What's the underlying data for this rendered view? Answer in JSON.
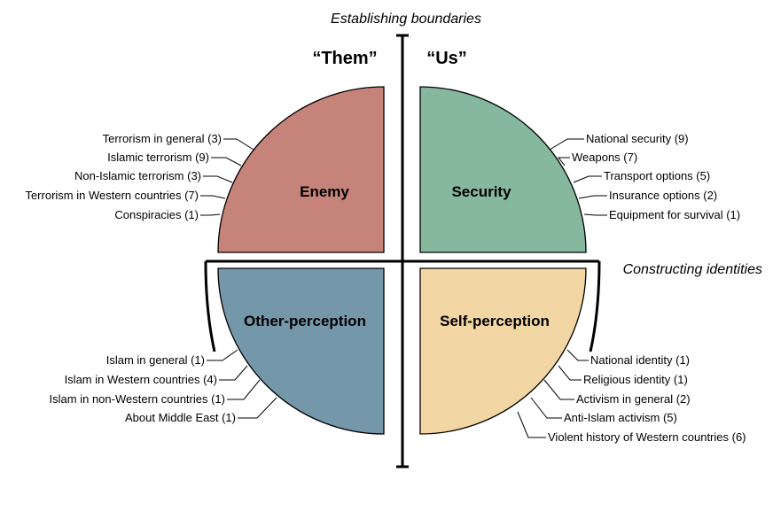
{
  "axes": {
    "vertical_title": "Establishing boundaries",
    "horizontal_title": "Constructing identities"
  },
  "sides": {
    "left": "“Them”",
    "right": "“Us”"
  },
  "quadrants": {
    "enemy": {
      "title": "Enemy",
      "color": "#c6837a",
      "items": [
        "Terrorism in general (3)",
        "Islamic terrorism (9)",
        "Non-Islamic terrorism (3)",
        "Terrorism in Western countries (7)",
        "Conspiracies (1)"
      ]
    },
    "security": {
      "title": "Security",
      "color": "#86b89e",
      "items": [
        "National security (9)",
        "Weapons (7)",
        "Transport options (5)",
        "Insurance options (2)",
        "Equipment for survival (1)"
      ]
    },
    "other": {
      "title": "Other-perception",
      "color": "#7597aa",
      "items": [
        "Islam in general (1)",
        "Islam in Western countries (4)",
        "Islam in non-Western countries (1)",
        "About Middle East (1)"
      ]
    },
    "self": {
      "title": "Self-perception",
      "color": "#f2d7a4",
      "items": [
        "National identity (1)",
        "Religious identity (1)",
        "Activism in general (2)",
        "Anti-Islam activism (5)",
        "Violent history of Western countries (6)"
      ]
    }
  }
}
